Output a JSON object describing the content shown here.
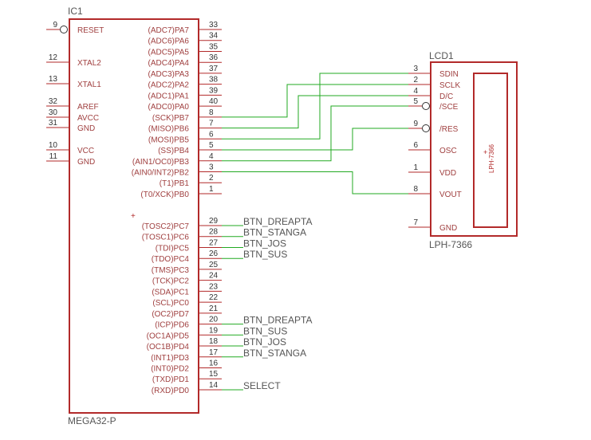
{
  "colors": {
    "body": "#b22a2a",
    "pin_text": "#a04040",
    "pin_number": "#333333",
    "wire": "#22aa22",
    "label": "#555555"
  },
  "ic1": {
    "name": "IC1",
    "value": "MEGA32-P",
    "left_pins": [
      {
        "num": "9",
        "name": "RESET",
        "inverted": true
      },
      {
        "num": "12",
        "name": "XTAL2"
      },
      {
        "num": "13",
        "name": "XTAL1"
      },
      {
        "num": "32",
        "name": "AREF"
      },
      {
        "num": "30",
        "name": "AVCC"
      },
      {
        "num": "31",
        "name": "GND"
      },
      {
        "num": "10",
        "name": "VCC"
      },
      {
        "num": "11",
        "name": "GND"
      }
    ],
    "right_pins": [
      {
        "num": "33",
        "name": "(ADC7)PA7"
      },
      {
        "num": "34",
        "name": "(ADC6)PA6"
      },
      {
        "num": "35",
        "name": "(ADC5)PA5"
      },
      {
        "num": "36",
        "name": "(ADC4)PA4"
      },
      {
        "num": "37",
        "name": "(ADC3)PA3"
      },
      {
        "num": "38",
        "name": "(ADC2)PA2"
      },
      {
        "num": "39",
        "name": "(ADC1)PA1"
      },
      {
        "num": "40",
        "name": "(ADC0)PA0"
      },
      {
        "num": "8",
        "name": "(SCK)PB7"
      },
      {
        "num": "7",
        "name": "(MISO)PB6"
      },
      {
        "num": "6",
        "name": "(MOSI)PB5"
      },
      {
        "num": "5",
        "name": "(SS)PB4"
      },
      {
        "num": "4",
        "name": "(AIN1/OC0)PB3"
      },
      {
        "num": "3",
        "name": "(AIN0/INT2)PB2"
      },
      {
        "num": "2",
        "name": "(T1)PB1"
      },
      {
        "num": "1",
        "name": "(T0/XCK)PB0"
      },
      {
        "num": "29",
        "name": "(TOSC2)PC7",
        "net": "BTN_DREAPTA"
      },
      {
        "num": "28",
        "name": "(TOSC1)PC6",
        "net": "BTN_STANGA"
      },
      {
        "num": "27",
        "name": "(TDI)PC5",
        "net": "BTN_JOS"
      },
      {
        "num": "26",
        "name": "(TDO)PC4",
        "net": "BTN_SUS"
      },
      {
        "num": "25",
        "name": "(TMS)PC3"
      },
      {
        "num": "24",
        "name": "(TCK)PC2"
      },
      {
        "num": "23",
        "name": "(SDA)PC1"
      },
      {
        "num": "22",
        "name": "(SCL)PC0"
      },
      {
        "num": "21",
        "name": "(OC2)PD7"
      },
      {
        "num": "20",
        "name": "(ICP)PD6",
        "net": "BTN_DREAPTA"
      },
      {
        "num": "19",
        "name": "(OC1A)PD5",
        "net": "BTN_SUS"
      },
      {
        "num": "18",
        "name": "(OC1B)PD4",
        "net": "BTN_JOS"
      },
      {
        "num": "17",
        "name": "(INT1)PD3",
        "net": "BTN_STANGA"
      },
      {
        "num": "16",
        "name": "(INT0)PD2"
      },
      {
        "num": "15",
        "name": "(TXD)PD1"
      },
      {
        "num": "14",
        "name": "(RXD)PD0",
        "net": "SELECT"
      }
    ]
  },
  "lcd1": {
    "name": "LCD1",
    "value": "LPH-7366",
    "inner_label": "LPH-7366",
    "pins": [
      {
        "num": "3",
        "name": "SDIN"
      },
      {
        "num": "2",
        "name": "SCLK"
      },
      {
        "num": "4",
        "name": "D/C"
      },
      {
        "num": "5",
        "name": "/SCE",
        "inverted": true
      },
      {
        "num": "9",
        "name": "/RES",
        "inverted": true
      },
      {
        "num": "6",
        "name": "OSC"
      },
      {
        "num": "1",
        "name": "VDD"
      },
      {
        "num": "8",
        "name": "VOUT"
      },
      {
        "num": "7",
        "name": "GND"
      }
    ]
  }
}
